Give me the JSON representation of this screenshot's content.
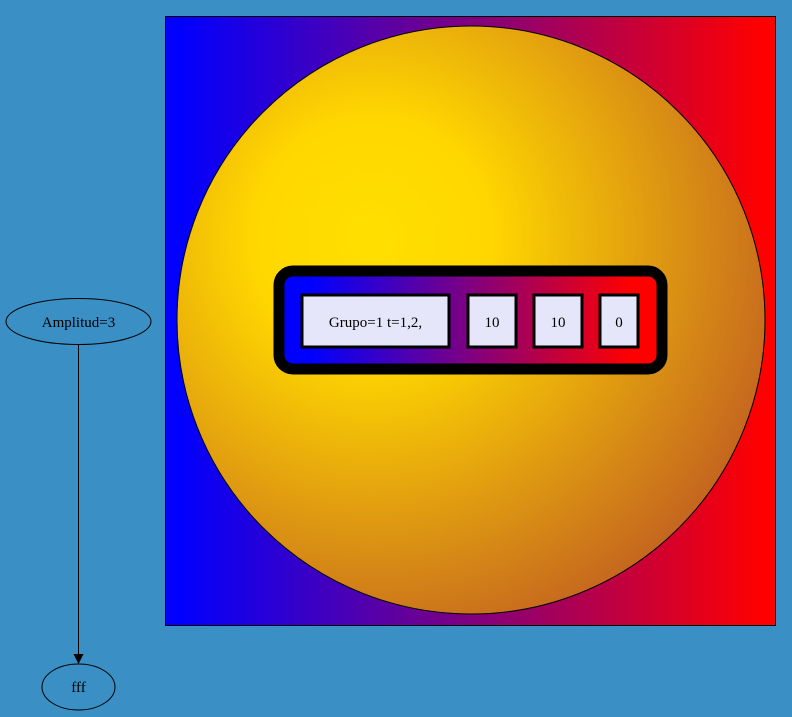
{
  "colors": {
    "background": "#3a8fc5",
    "cluster_gradient_start": "#0000ff",
    "cluster_gradient_end": "#ff0000",
    "circle_center": "#ffd700",
    "circle_edge": "#c4661f",
    "field_fill": "#e6e6fa",
    "stroke": "#000000"
  },
  "nodes": {
    "amplitud": {
      "label": "Amplitud=3"
    },
    "fff": {
      "label": "fff"
    }
  },
  "record": {
    "fields": [
      "Grupo=1 t=1,2,",
      "10",
      "10",
      "0"
    ]
  },
  "edges": [
    {
      "from": "Amplitud=3",
      "to": "fff"
    }
  ]
}
